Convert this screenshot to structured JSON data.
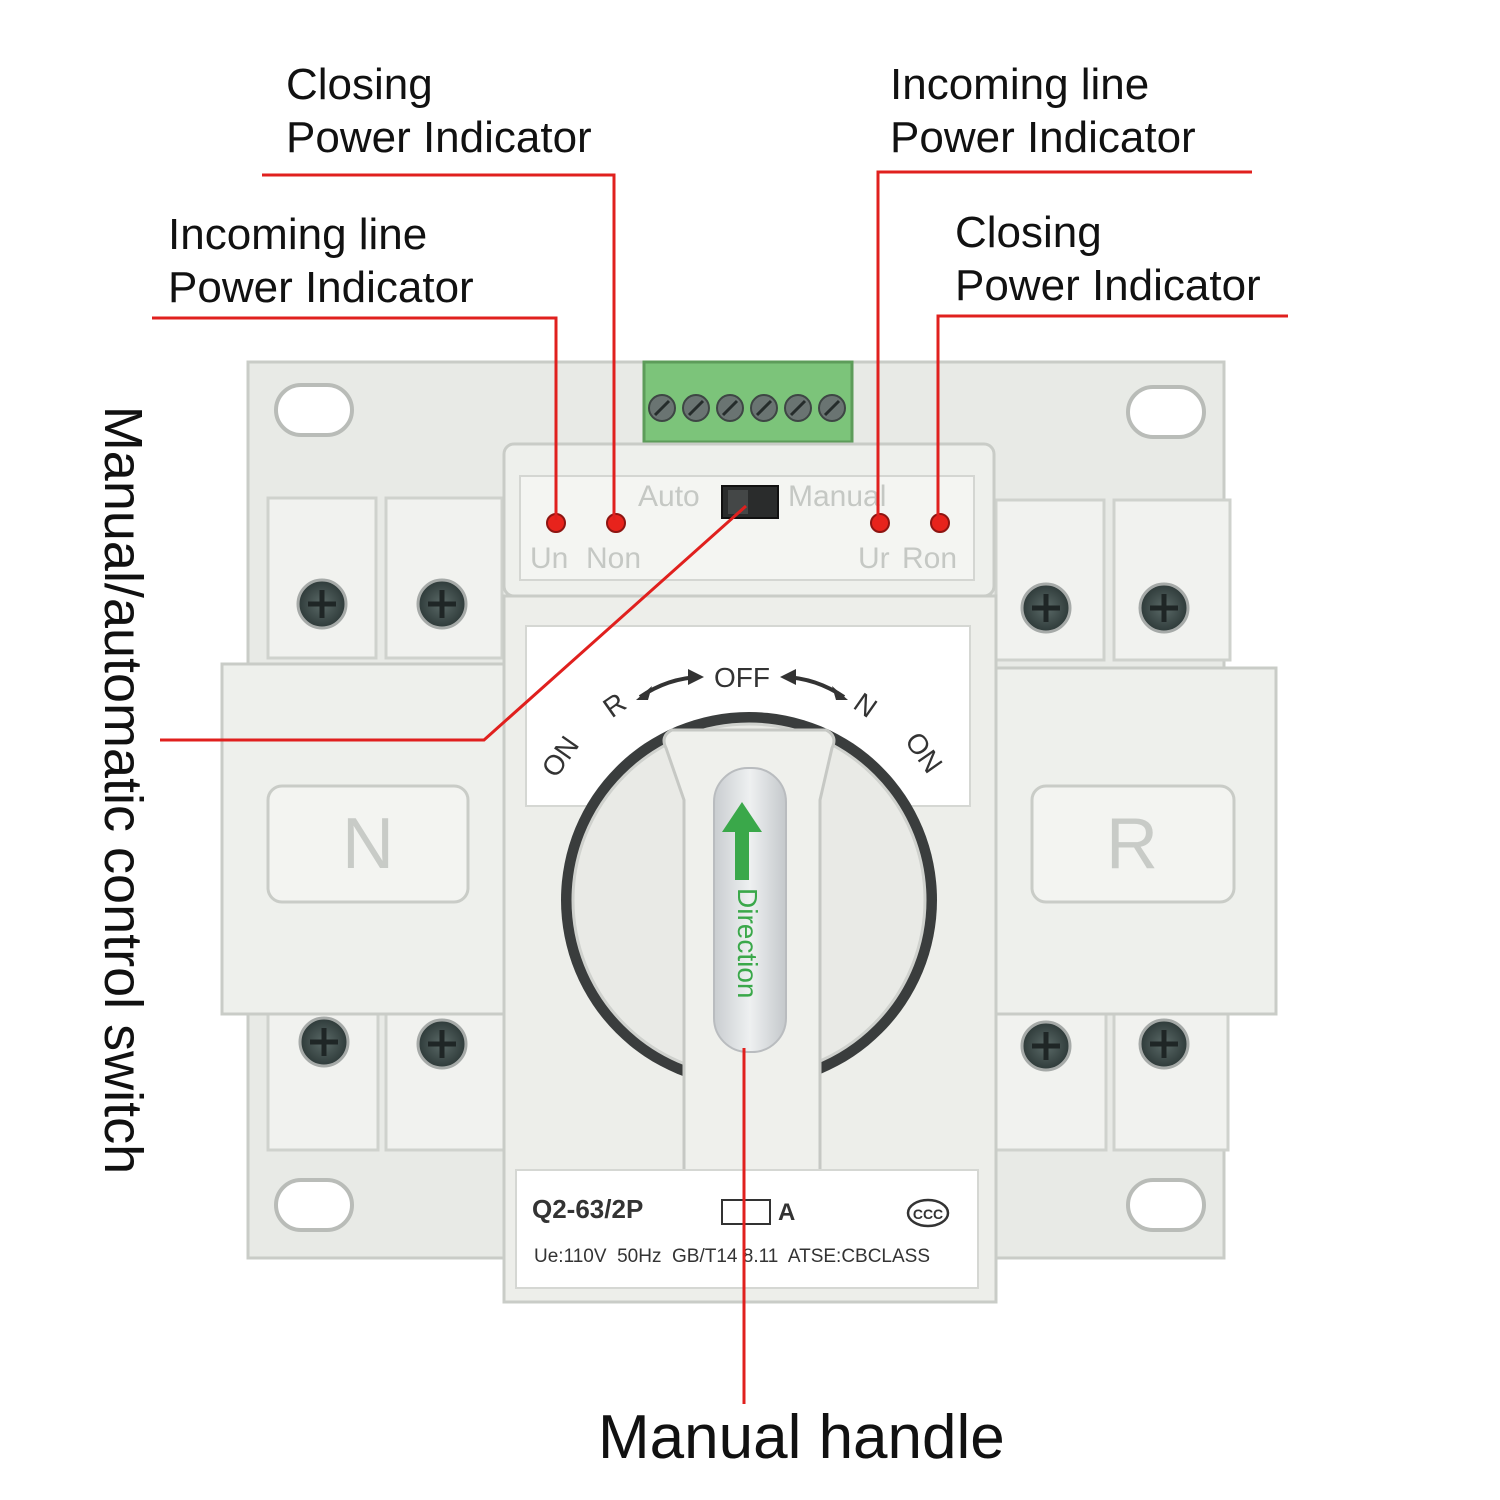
{
  "callouts": {
    "closing_left": {
      "line1": "Closing",
      "line2": "Power Indicator"
    },
    "incoming_left": {
      "line1": "Incoming line",
      "line2": "Power Indicator"
    },
    "incoming_right": {
      "line1": "Incoming line",
      "line2": "Power Indicator"
    },
    "closing_right": {
      "line1": "Closing",
      "line2": "Power Indicator"
    },
    "switch": "Manual/automatic control switch",
    "handle": "Manual handle"
  },
  "device": {
    "mode_auto": "Auto",
    "mode_manual": "Manual",
    "led_un": "Un",
    "led_non": "Non",
    "led_ur": "Ur",
    "led_ron": "Ron",
    "dial_on_left": "ON",
    "dial_r": "R",
    "dial_off": "OFF",
    "dial_n": "N",
    "dial_on_right": "ON",
    "side_left": "N",
    "side_right": "R",
    "handle_text": "Direction",
    "model": "Q2-63/2P",
    "rating_unit": "A",
    "spec": "Ue:110V  50Hz  GB/T14 8.11  ATSE:CBCLASS"
  },
  "colors": {
    "callout_line": "#e0201e",
    "body": "#eceeea",
    "led": "#e8231c",
    "terminal": "#7cc47a",
    "arrow": "#3aa84a"
  }
}
